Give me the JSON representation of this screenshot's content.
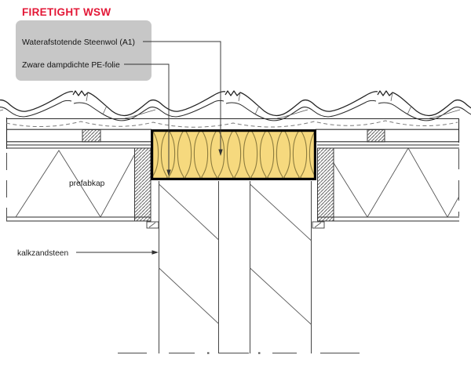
{
  "page": {
    "background": "#FFFFFF"
  },
  "title": {
    "text": "FIRETIGHT WSW"
  },
  "callout_box": {
    "items": [
      {
        "label": "Waterafstotende Steenwol (A1)"
      },
      {
        "label": "Zware dampdichte PE-folie"
      }
    ]
  },
  "drawing_labels": {
    "prefabkap": "prefabkap",
    "kalkzandsteen": "kalkzandsteen"
  },
  "colors": {
    "accent_red": "#E31837",
    "label_box_gray": "#C7C7C7",
    "insulation_yellow": "#F6D97E",
    "wool_line_olive": "#8C7B3D",
    "line_dark": "#2B2B2B"
  }
}
